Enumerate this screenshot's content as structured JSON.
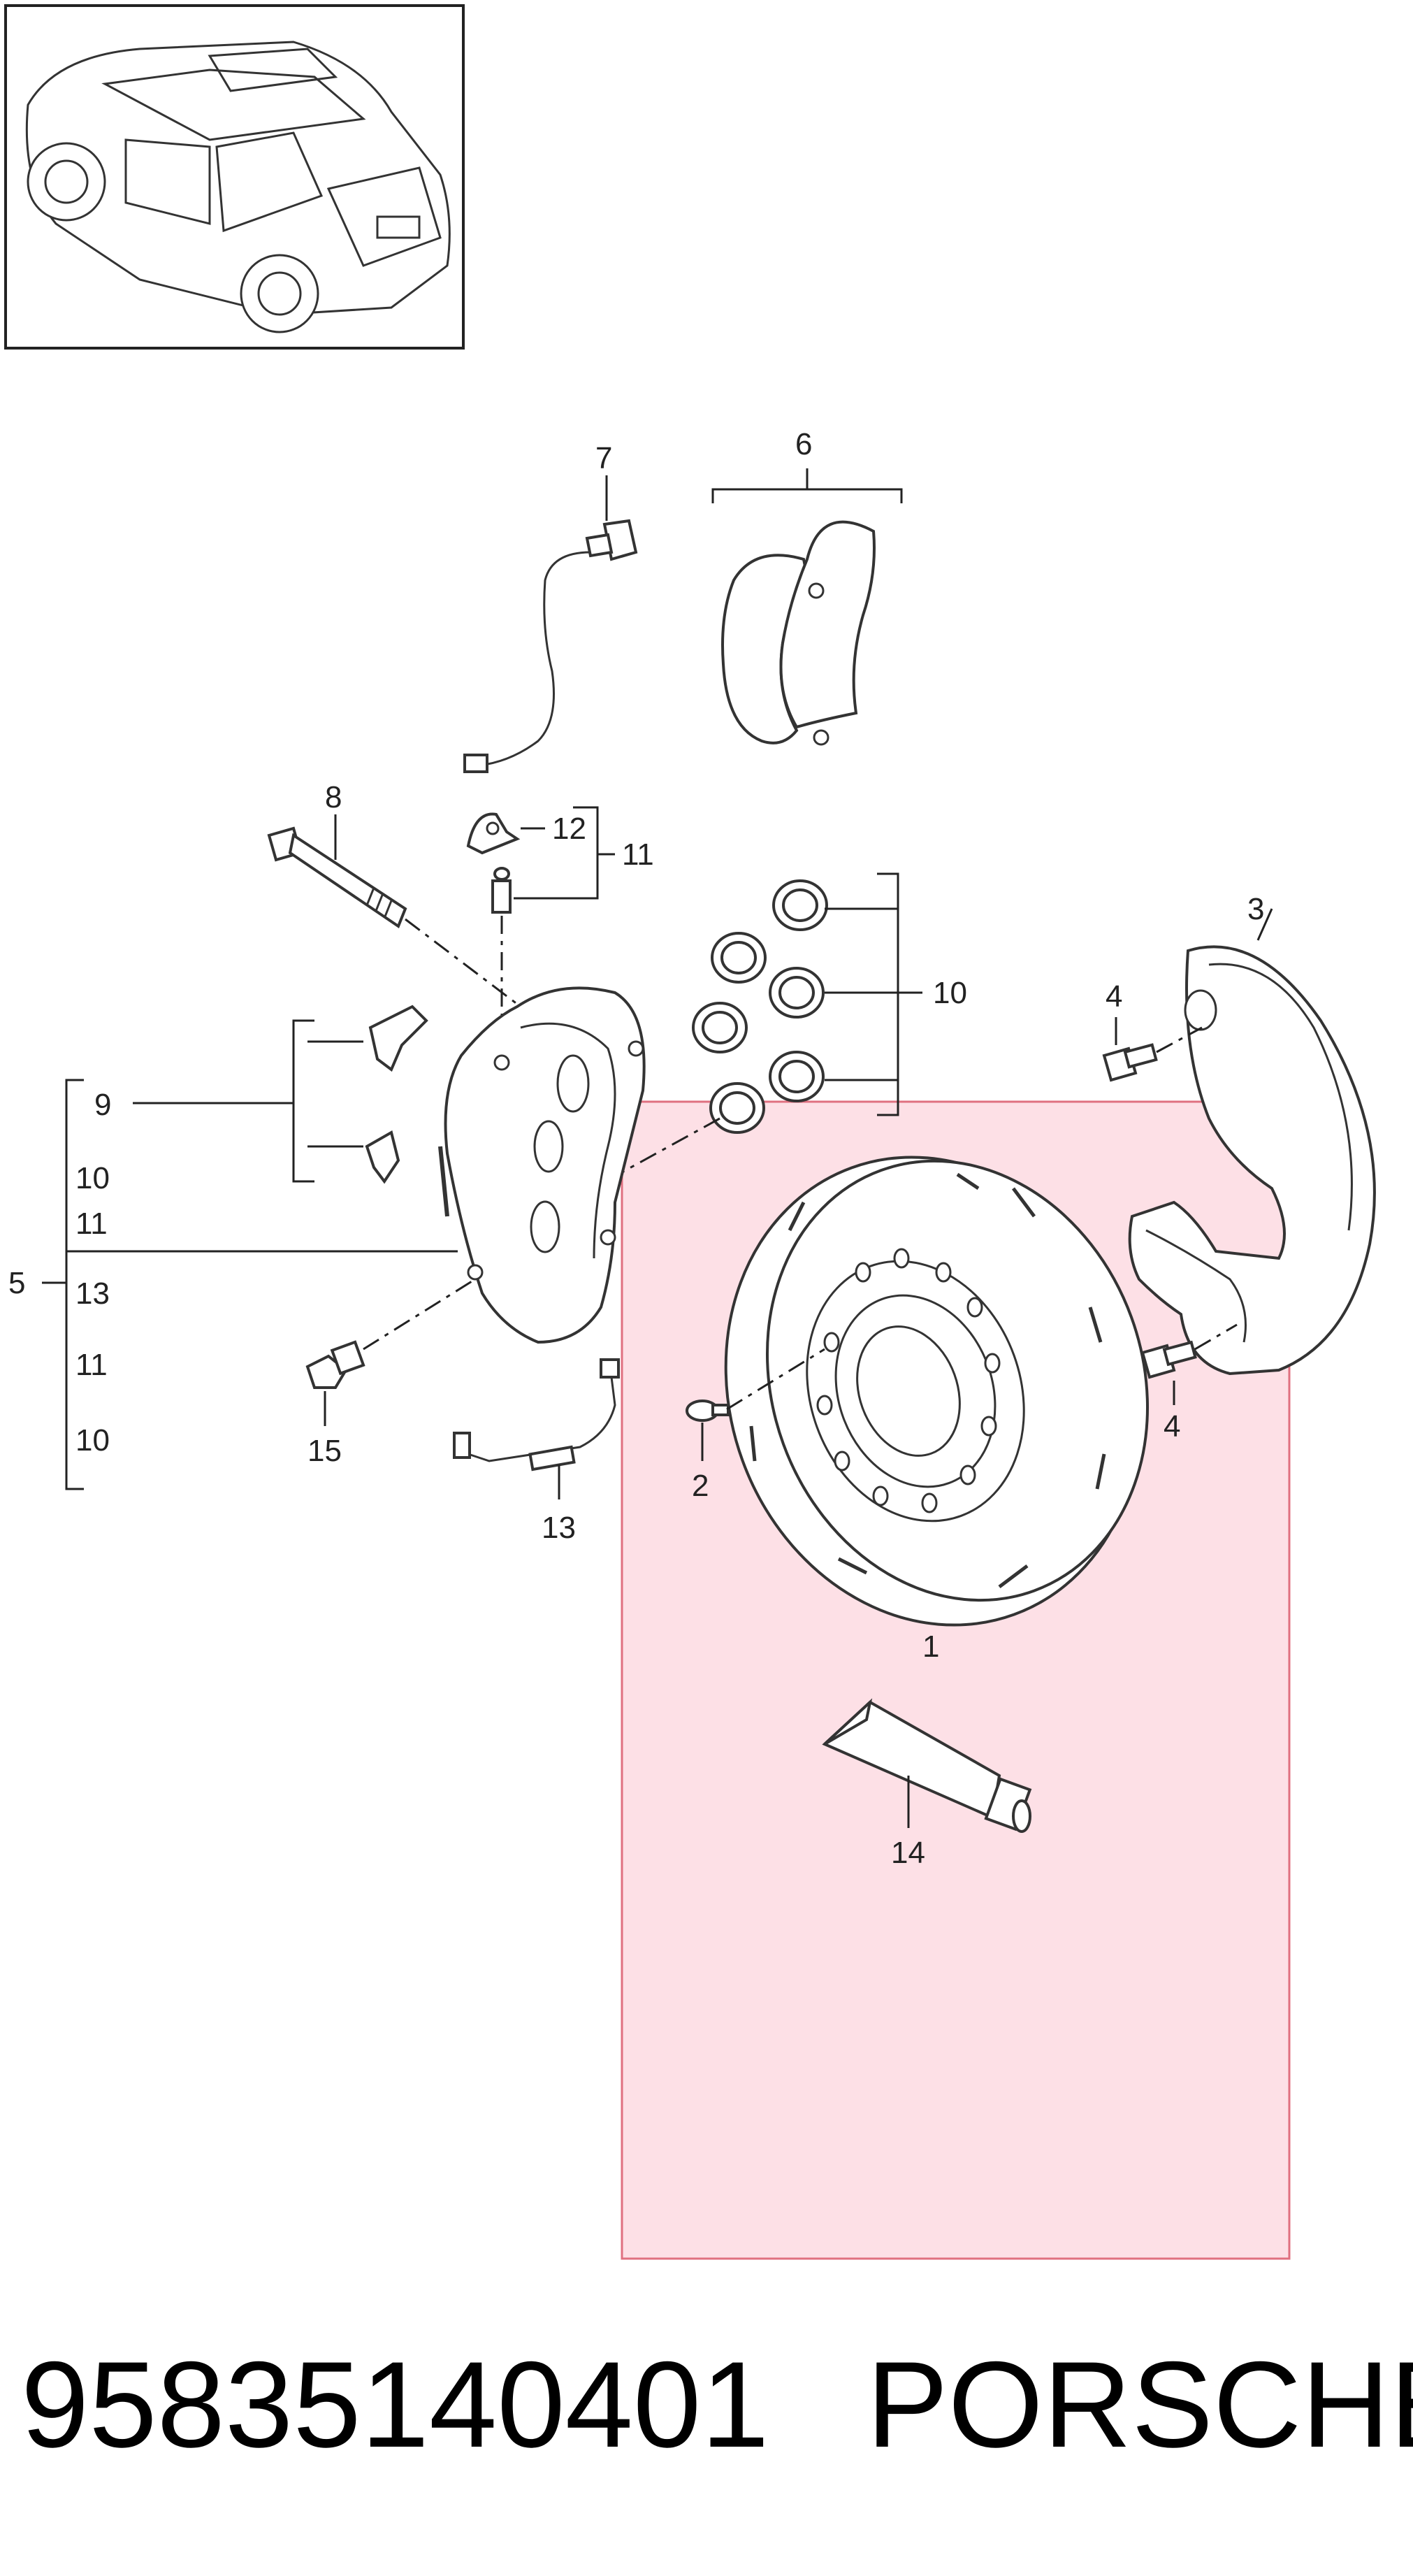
{
  "diagram": {
    "part_number": "95835140401",
    "brand": "PORSCHE",
    "callouts": {
      "c1": "1",
      "c2": "2",
      "c3": "3",
      "c4a": "4",
      "c4b": "4",
      "c5": "5",
      "c6": "6",
      "c7": "7",
      "c8": "8",
      "c9": "9",
      "c10a": "10",
      "c10b": "10",
      "c10c": "10",
      "c11a": "11",
      "c11b": "11",
      "c11c": "11",
      "c12": "12",
      "c13a": "13",
      "c13b": "13",
      "c14": "14",
      "c15": "15"
    },
    "highlight_color": "#f8c8d0",
    "highlight_border": "#e07080"
  }
}
